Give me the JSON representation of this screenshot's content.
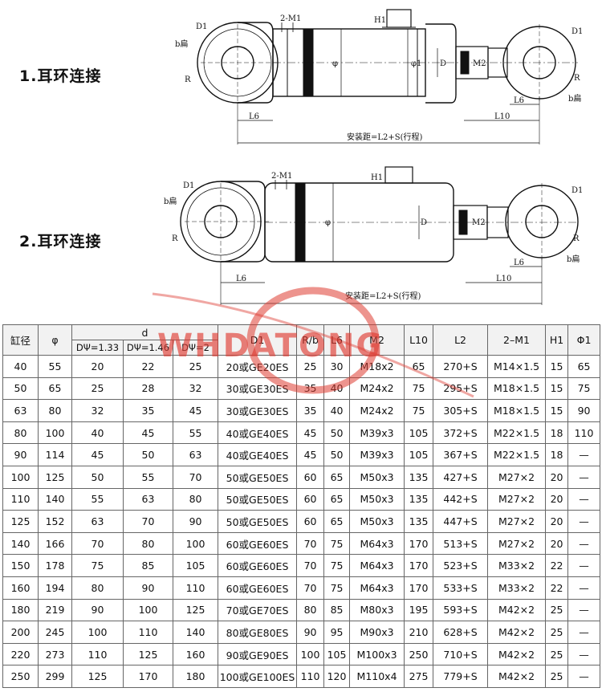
{
  "sections": [
    {
      "title": "1.耳环连接"
    },
    {
      "title": "2.耳环连接"
    }
  ],
  "drawing": {
    "labels": {
      "D1": "D1",
      "b_flat": "b扁",
      "R": "R",
      "two_M1": "2-M1",
      "H1": "H1",
      "phi": "φ",
      "phi1": "φ1",
      "D": "D",
      "M2": "M2",
      "L6": "L6",
      "L10": "L10",
      "install": "安装距=L2+S(行程)"
    }
  },
  "watermark": {
    "text": "WHDATONG"
  },
  "table": {
    "headers": {
      "bore": "缸径",
      "phi": "φ",
      "d": "d",
      "d_sub": [
        "DΨ=1.33",
        "DΨ=1.46",
        "DΨ=2"
      ],
      "D1": "D1",
      "Rb": "R/b",
      "L6": "L6",
      "M2": "M2",
      "L10": "L10",
      "L2": "L2",
      "M1": "2–M1",
      "H1": "H1",
      "Phi1": "Φ1"
    },
    "rows": [
      [
        "40",
        "55",
        "20",
        "22",
        "25",
        "20或GE20ES",
        "25",
        "30",
        "M18x2",
        "65",
        "270+S",
        "M14×1.5",
        "15",
        "65"
      ],
      [
        "50",
        "65",
        "25",
        "28",
        "32",
        "30或GE30ES",
        "35",
        "40",
        "M24x2",
        "75",
        "295+S",
        "M18×1.5",
        "15",
        "75"
      ],
      [
        "63",
        "80",
        "32",
        "35",
        "45",
        "30或GE30ES",
        "35",
        "40",
        "M24x2",
        "75",
        "305+S",
        "M18×1.5",
        "15",
        "90"
      ],
      [
        "80",
        "100",
        "40",
        "45",
        "55",
        "40或GE40ES",
        "45",
        "50",
        "M39x3",
        "105",
        "372+S",
        "M22×1.5",
        "18",
        "110"
      ],
      [
        "90",
        "114",
        "45",
        "50",
        "63",
        "40或GE40ES",
        "45",
        "50",
        "M39x3",
        "105",
        "367+S",
        "M22×1.5",
        "18",
        "—"
      ],
      [
        "100",
        "125",
        "50",
        "55",
        "70",
        "50或GE50ES",
        "60",
        "65",
        "M50x3",
        "135",
        "427+S",
        "M27×2",
        "20",
        "—"
      ],
      [
        "110",
        "140",
        "55",
        "63",
        "80",
        "50或GE50ES",
        "60",
        "65",
        "M50x3",
        "135",
        "442+S",
        "M27×2",
        "20",
        "—"
      ],
      [
        "125",
        "152",
        "63",
        "70",
        "90",
        "50或GE50ES",
        "60",
        "65",
        "M50x3",
        "135",
        "447+S",
        "M27×2",
        "20",
        "—"
      ],
      [
        "140",
        "166",
        "70",
        "80",
        "100",
        "60或GE60ES",
        "70",
        "75",
        "M64x3",
        "170",
        "513+S",
        "M27×2",
        "20",
        "—"
      ],
      [
        "150",
        "178",
        "75",
        "85",
        "105",
        "60或GE60ES",
        "70",
        "75",
        "M64x3",
        "170",
        "523+S",
        "M33×2",
        "22",
        "—"
      ],
      [
        "160",
        "194",
        "80",
        "90",
        "110",
        "60或GE60ES",
        "70",
        "75",
        "M64x3",
        "170",
        "533+S",
        "M33×2",
        "22",
        "—"
      ],
      [
        "180",
        "219",
        "90",
        "100",
        "125",
        "70或GE70ES",
        "80",
        "85",
        "M80x3",
        "195",
        "593+S",
        "M42×2",
        "25",
        "—"
      ],
      [
        "200",
        "245",
        "100",
        "110",
        "140",
        "80或GE80ES",
        "90",
        "95",
        "M90x3",
        "210",
        "628+S",
        "M42×2",
        "25",
        "—"
      ],
      [
        "220",
        "273",
        "110",
        "125",
        "160",
        "90或GE90ES",
        "100",
        "105",
        "M100x3",
        "250",
        "710+S",
        "M42×2",
        "25",
        "—"
      ],
      [
        "250",
        "299",
        "125",
        "170",
        "180",
        "100或GE100ES",
        "110",
        "120",
        "M110x4",
        "275",
        "779+S",
        "M42×2",
        "25",
        "—"
      ]
    ]
  }
}
